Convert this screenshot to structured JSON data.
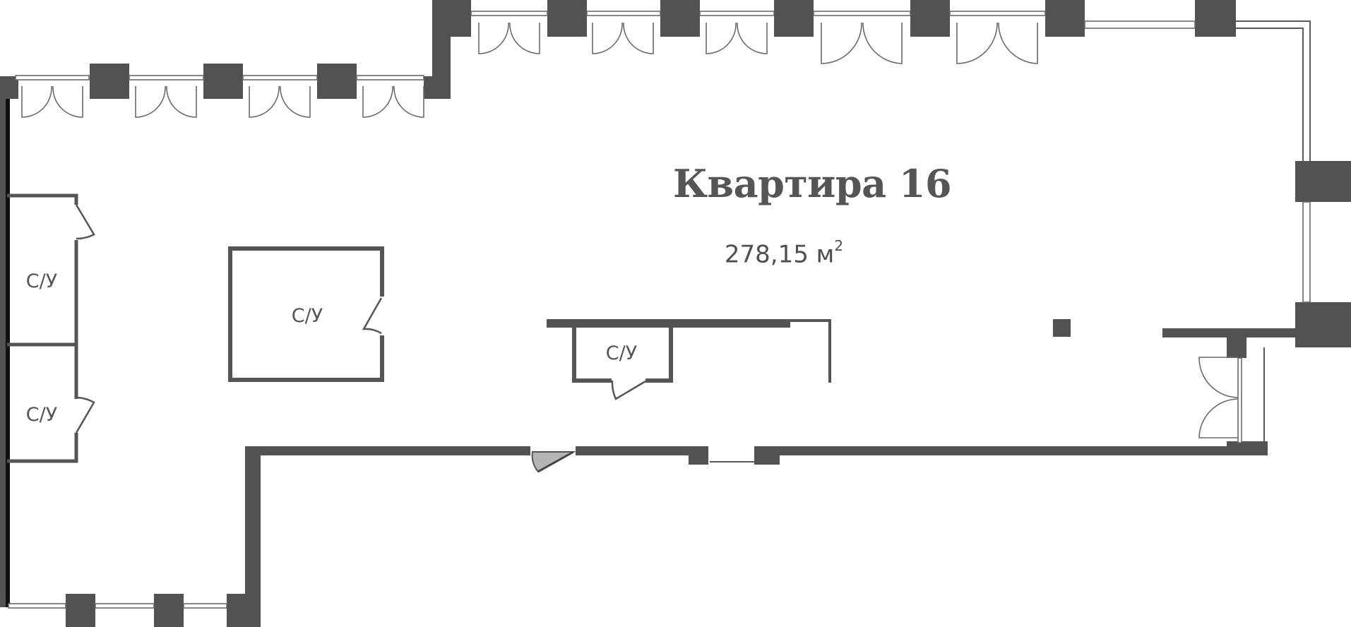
{
  "apartment": {
    "title": "Квартира 16",
    "area_value": "278,15 м",
    "area_unit_sup": "2"
  },
  "rooms": [
    {
      "id": "bathroom-left-top",
      "label": "С/У"
    },
    {
      "id": "bathroom-left-bottom",
      "label": "С/У"
    },
    {
      "id": "bathroom-center",
      "label": "С/У"
    },
    {
      "id": "bathroom-small",
      "label": "С/У"
    }
  ],
  "colors": {
    "wall": "#525252",
    "line": "#6a6a6a",
    "text": "#555555",
    "background": "#ffffff",
    "entrance_door_fill": "#b5b5b5"
  }
}
